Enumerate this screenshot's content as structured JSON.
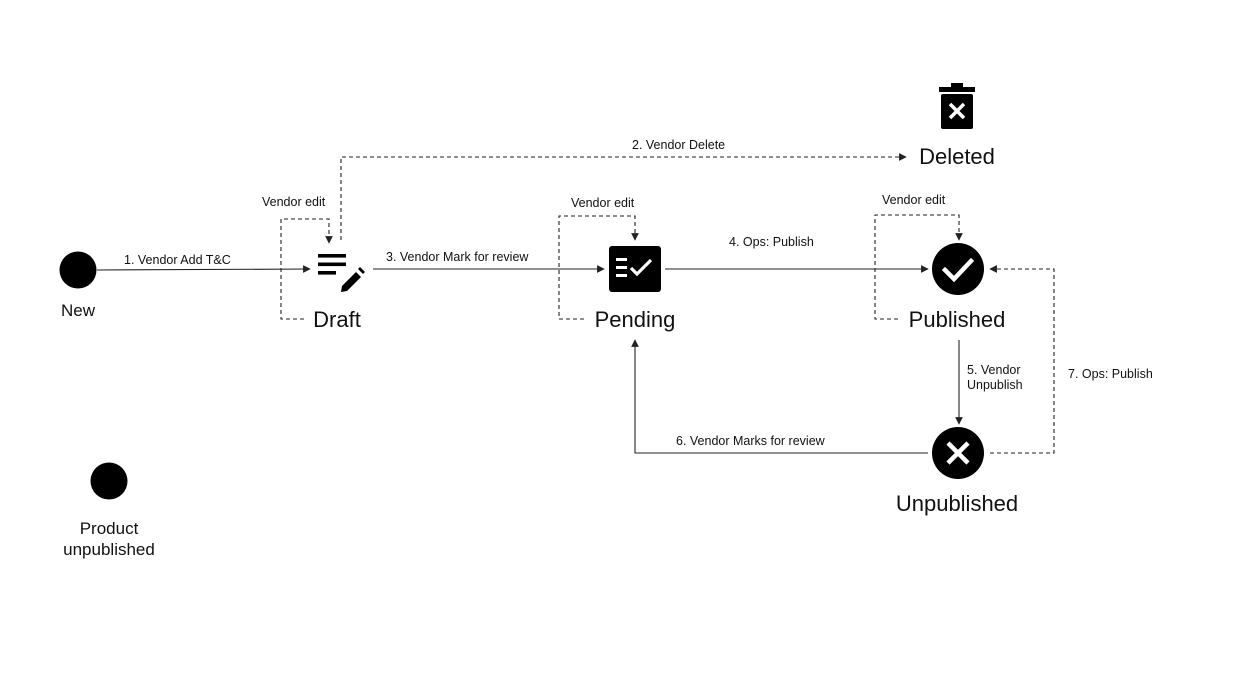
{
  "states": {
    "new": "New",
    "draft": "Draft",
    "pending": "Pending",
    "published": "Published",
    "unpublished": "Unpublished",
    "deleted": "Deleted"
  },
  "legend": {
    "line1": "Product",
    "line2": "unpublished"
  },
  "transitions": {
    "t1": "1. Vendor Add T&C",
    "t2": "2. Vendor Delete",
    "t3": "3. Vendor Mark for review",
    "t4": "4. Ops: Publish",
    "t5_line1": "5. Vendor",
    "t5_line2": "Unpublish",
    "t6": "6. Vendor Marks for review",
    "t7": "7. Ops: Publish",
    "draft_self": "Vendor edit",
    "pending_self": "Vendor edit",
    "published_self": "Vendor edit"
  },
  "icons": {
    "draft": "edit-note-icon",
    "pending": "fact-check-icon",
    "published": "check-circle-icon",
    "unpublished": "cancel-circle-icon",
    "deleted": "trash-icon"
  }
}
